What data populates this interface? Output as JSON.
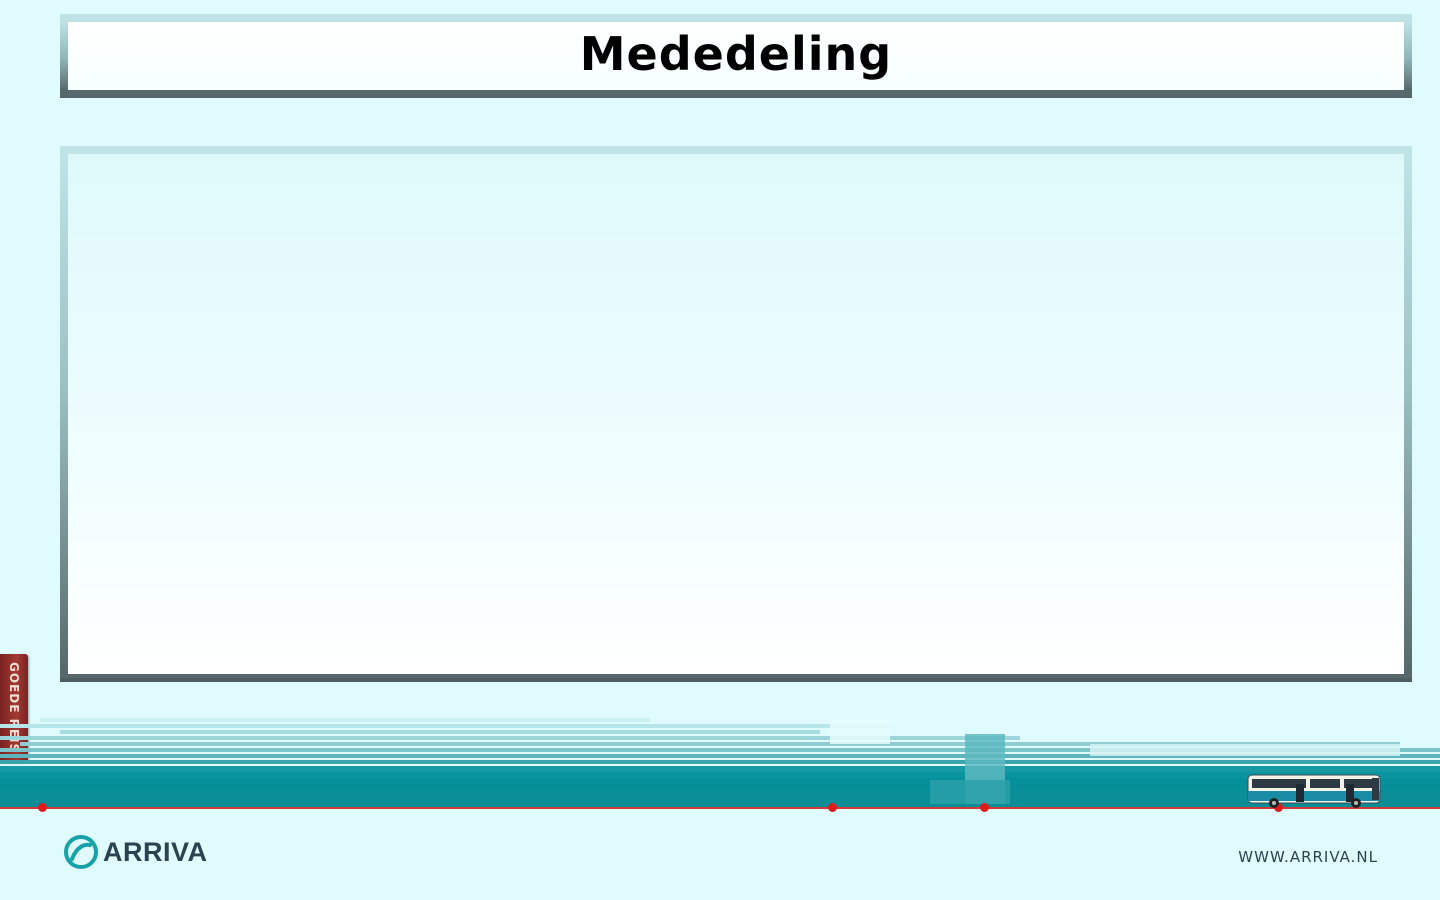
{
  "header": {
    "title": "Mededeling"
  },
  "content": {
    "body_text": ""
  },
  "tag": {
    "label": "GOEDE REIS"
  },
  "brand": {
    "logo_text": "ARRIVA",
    "logo_icon": "arriva-swirl-icon",
    "website": "WWW.ARRIVA.NL"
  },
  "colors": {
    "background": "#dffbfd",
    "panel_border_dark": "#56686b",
    "stripe_teal": "#0a9aa4",
    "road_red": "#d23636",
    "brand_dark": "#2a4351",
    "tag_red": "#a33a32"
  },
  "decorations": {
    "bus_icon": "bus-icon",
    "stop_marker": "stop-dot"
  }
}
